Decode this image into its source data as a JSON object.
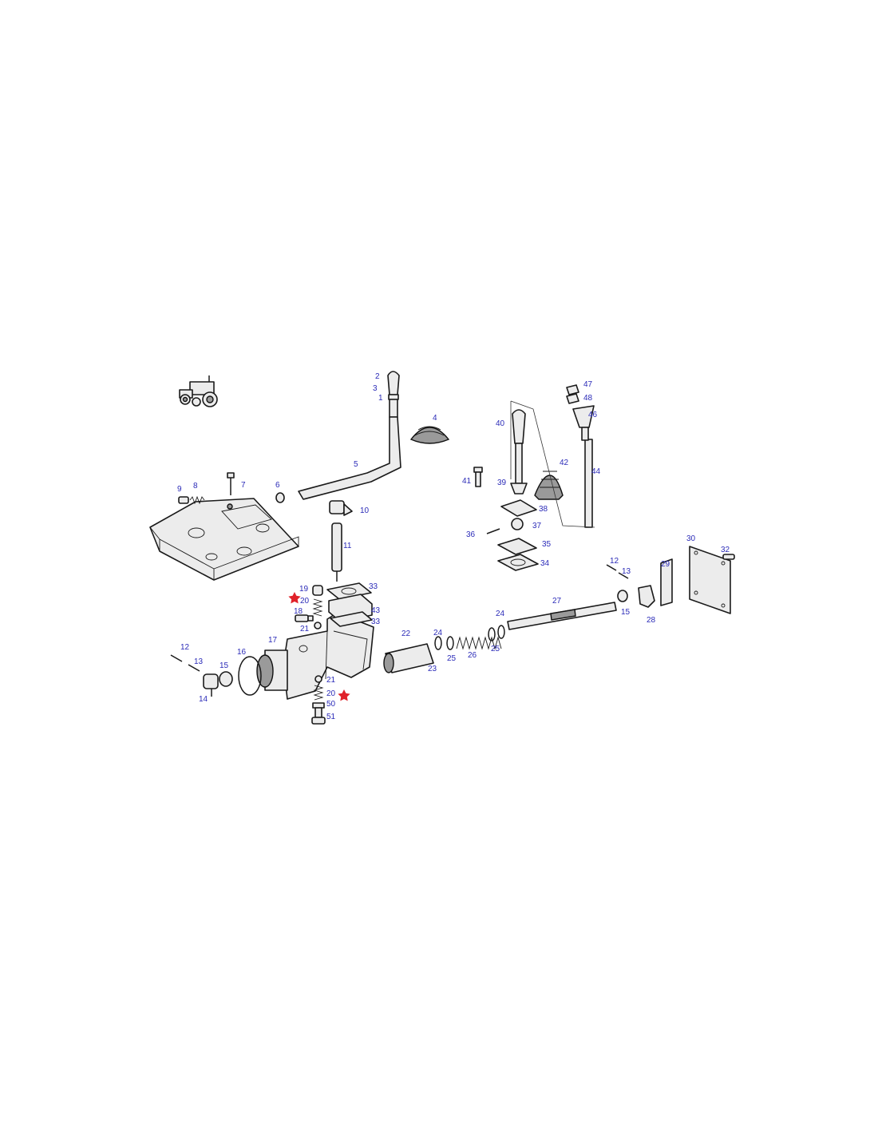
{
  "colors": {
    "label": "#2b2bb8",
    "marker": "#e0222a",
    "outline": "#1a1a1a",
    "fill": "#ececec"
  },
  "icons": {
    "vehicle": "tractor-icon",
    "marker": "star-marker"
  },
  "labels": [
    {
      "id": "l1",
      "text": "1"
    },
    {
      "id": "l2",
      "text": "2"
    },
    {
      "id": "l3",
      "text": "3"
    },
    {
      "id": "l4",
      "text": "4"
    },
    {
      "id": "l5",
      "text": "5"
    },
    {
      "id": "l6",
      "text": "6"
    },
    {
      "id": "l7",
      "text": "7"
    },
    {
      "id": "l8",
      "text": "8"
    },
    {
      "id": "l9",
      "text": "9"
    },
    {
      "id": "l10",
      "text": "10"
    },
    {
      "id": "l11",
      "text": "11"
    },
    {
      "id": "l12a",
      "text": "12"
    },
    {
      "id": "l13a",
      "text": "13"
    },
    {
      "id": "l14",
      "text": "14"
    },
    {
      "id": "l15a",
      "text": "15"
    },
    {
      "id": "l16",
      "text": "16"
    },
    {
      "id": "l17",
      "text": "17"
    },
    {
      "id": "l18",
      "text": "18"
    },
    {
      "id": "l19",
      "text": "19"
    },
    {
      "id": "l20a",
      "text": "20"
    },
    {
      "id": "l21a",
      "text": "21"
    },
    {
      "id": "l21b",
      "text": "21"
    },
    {
      "id": "l20b",
      "text": "20"
    },
    {
      "id": "l50",
      "text": "50"
    },
    {
      "id": "l51",
      "text": "51"
    },
    {
      "id": "l33a",
      "text": "33"
    },
    {
      "id": "l43",
      "text": "43"
    },
    {
      "id": "l33b",
      "text": "33"
    },
    {
      "id": "l22",
      "text": "22"
    },
    {
      "id": "l23",
      "text": "23"
    },
    {
      "id": "l24a",
      "text": "24"
    },
    {
      "id": "l25a",
      "text": "25"
    },
    {
      "id": "l26",
      "text": "26"
    },
    {
      "id": "l25b",
      "text": "25"
    },
    {
      "id": "l24b",
      "text": "24"
    },
    {
      "id": "l27",
      "text": "27"
    },
    {
      "id": "l12b",
      "text": "12"
    },
    {
      "id": "l13b",
      "text": "13"
    },
    {
      "id": "l15b",
      "text": "15"
    },
    {
      "id": "l28",
      "text": "28"
    },
    {
      "id": "l29",
      "text": "29"
    },
    {
      "id": "l30",
      "text": "30"
    },
    {
      "id": "l32",
      "text": "32"
    },
    {
      "id": "l40",
      "text": "40"
    },
    {
      "id": "l41",
      "text": "41"
    },
    {
      "id": "l39",
      "text": "39"
    },
    {
      "id": "l38",
      "text": "38"
    },
    {
      "id": "l36",
      "text": "36"
    },
    {
      "id": "l37",
      "text": "37"
    },
    {
      "id": "l35",
      "text": "35"
    },
    {
      "id": "l34",
      "text": "34"
    },
    {
      "id": "l42",
      "text": "42"
    },
    {
      "id": "l44",
      "text": "44"
    },
    {
      "id": "l46",
      "text": "46"
    },
    {
      "id": "l47",
      "text": "47"
    },
    {
      "id": "l48",
      "text": "48"
    }
  ]
}
